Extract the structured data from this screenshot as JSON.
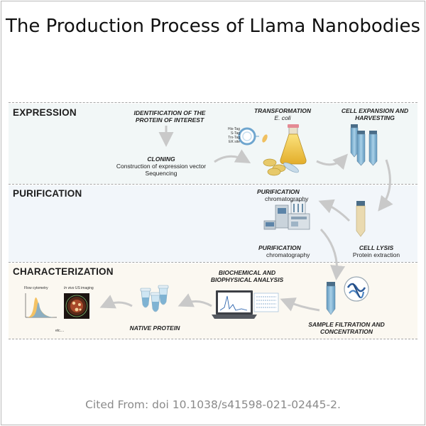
{
  "title": "The Production Process of Llama Nanobodies",
  "citation": "Cited From: doi 10.1038/s41598-021-02445-2.",
  "stages": {
    "expression": "EXPRESSION",
    "purification": "PURIFICATION",
    "characterization": "CHARACTERIZATION"
  },
  "steps": {
    "identification": "IDENTIFICATION OF THE PROTEIN OF INTEREST",
    "cloning": "CLONING",
    "cloning_detail_1": "Construction of expression vector",
    "cloning_detail_2": "Sequencing",
    "transformation": "TRANSFORMATION",
    "transformation_detail": "E. coli",
    "expansion": "CELL EXPANSION AND HARVESTING",
    "purification_top": "PURIFICATION",
    "purification_top_detail": "chromatography",
    "purification_bottom": "PURIFICATION",
    "purification_bottom_detail": "chromatography",
    "cell_lysis": "CELL LYSIS",
    "cell_lysis_detail": "Protein extraction",
    "biochemical": "BIOCHEMICAL AND BIOPHYSICAL ANALYSIS",
    "filtration": "SAMPLE FILTRATION AND CONCENTRATION",
    "native_protein": "NATIVE PROTEIN"
  },
  "vector_tags": [
    "His-Tag",
    "S-Tag",
    "Trx-Tag",
    "EK site"
  ],
  "imaging": {
    "flow": "Flow cytometry",
    "invivo_prefix": "In vivo",
    "invivo_suffix": "US imaging",
    "etc": "etc...."
  },
  "colors": {
    "expression_band": "#f2f7f7",
    "purification_band": "#f2f6fa",
    "characterization_band": "#fbf8f1",
    "arrow": "#c9c9c9",
    "tube_blue": "#7fb3d3"
  }
}
